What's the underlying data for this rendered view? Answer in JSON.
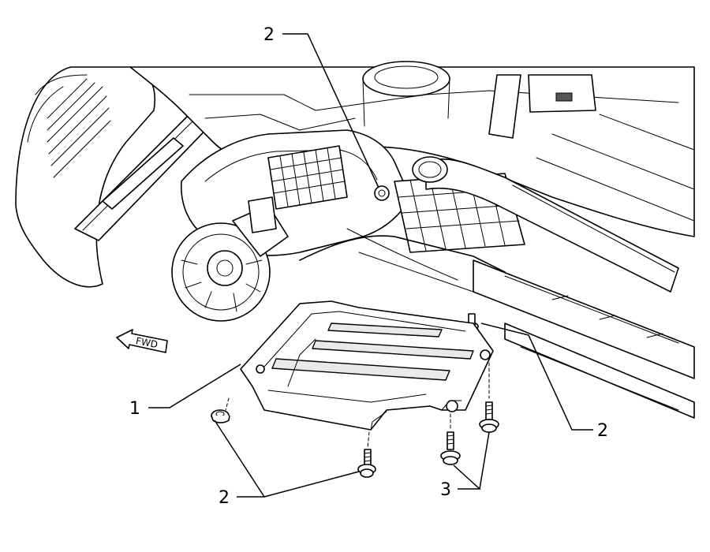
{
  "callouts": {
    "top": "2",
    "left": "1",
    "right": "2",
    "bottom_left": "2",
    "bottom_right": "3"
  },
  "direction_arrow": {
    "label": "FWD"
  }
}
